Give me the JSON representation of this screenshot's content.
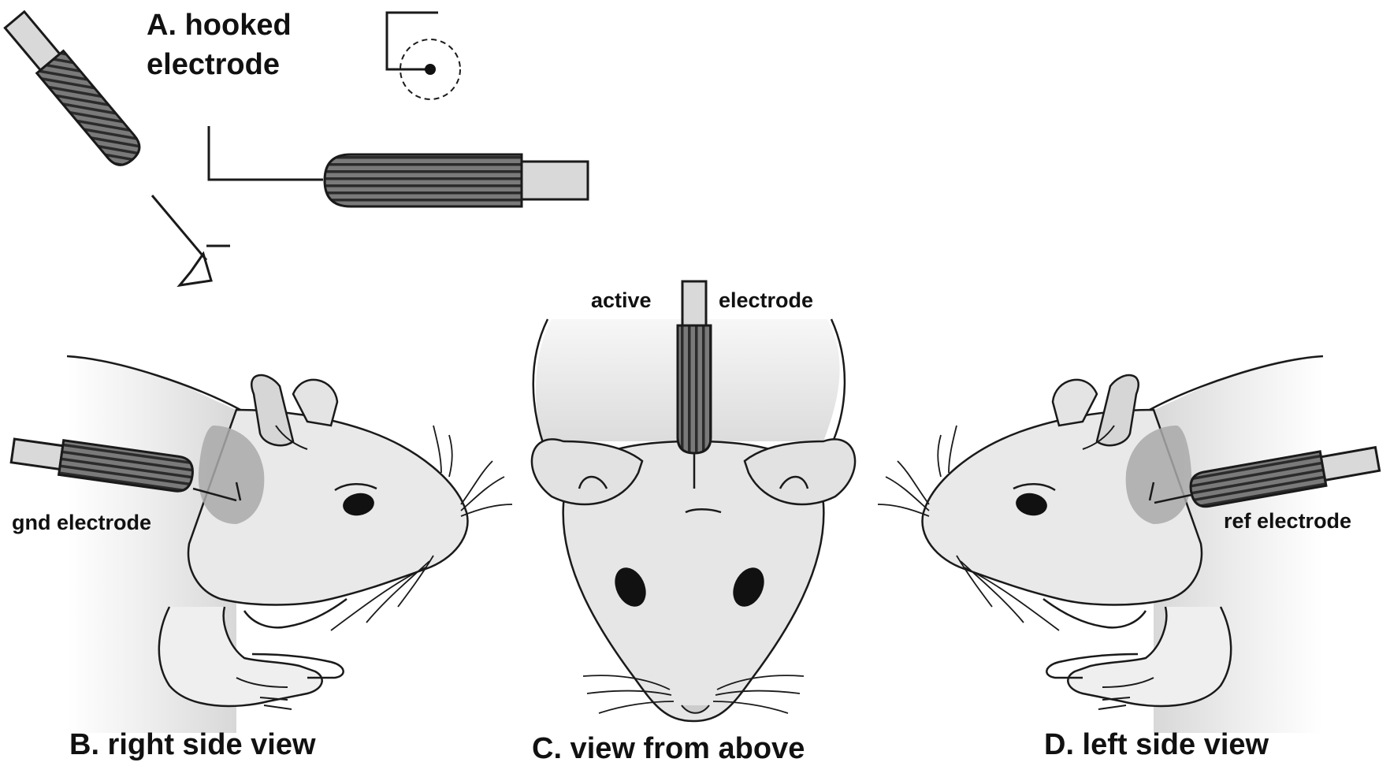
{
  "panels": {
    "a": {
      "title_line1": "A. hooked",
      "title_line2": "electrode"
    },
    "b": {
      "title": "B. right side view",
      "electrode_label": "gnd electrode"
    },
    "c": {
      "title": "C. view from above",
      "label_left": "active",
      "label_right": "electrode"
    },
    "d": {
      "title": "D. left side view",
      "electrode_label": "ref electrode"
    }
  },
  "colors": {
    "outline": "#1a1a1a",
    "electrode_body": "#808080",
    "electrode_stripe": "#2b2b2b",
    "shaft": "#d9d9d9",
    "skin": "#ececec",
    "ear_inner": "#cfcfcf",
    "shadow_patch": "#b5b5b5",
    "eye": "#111111"
  },
  "icons": [
    "hooked-electrode-icon",
    "electrode-tip-icon",
    "rat-side-icon",
    "rat-top-icon"
  ]
}
